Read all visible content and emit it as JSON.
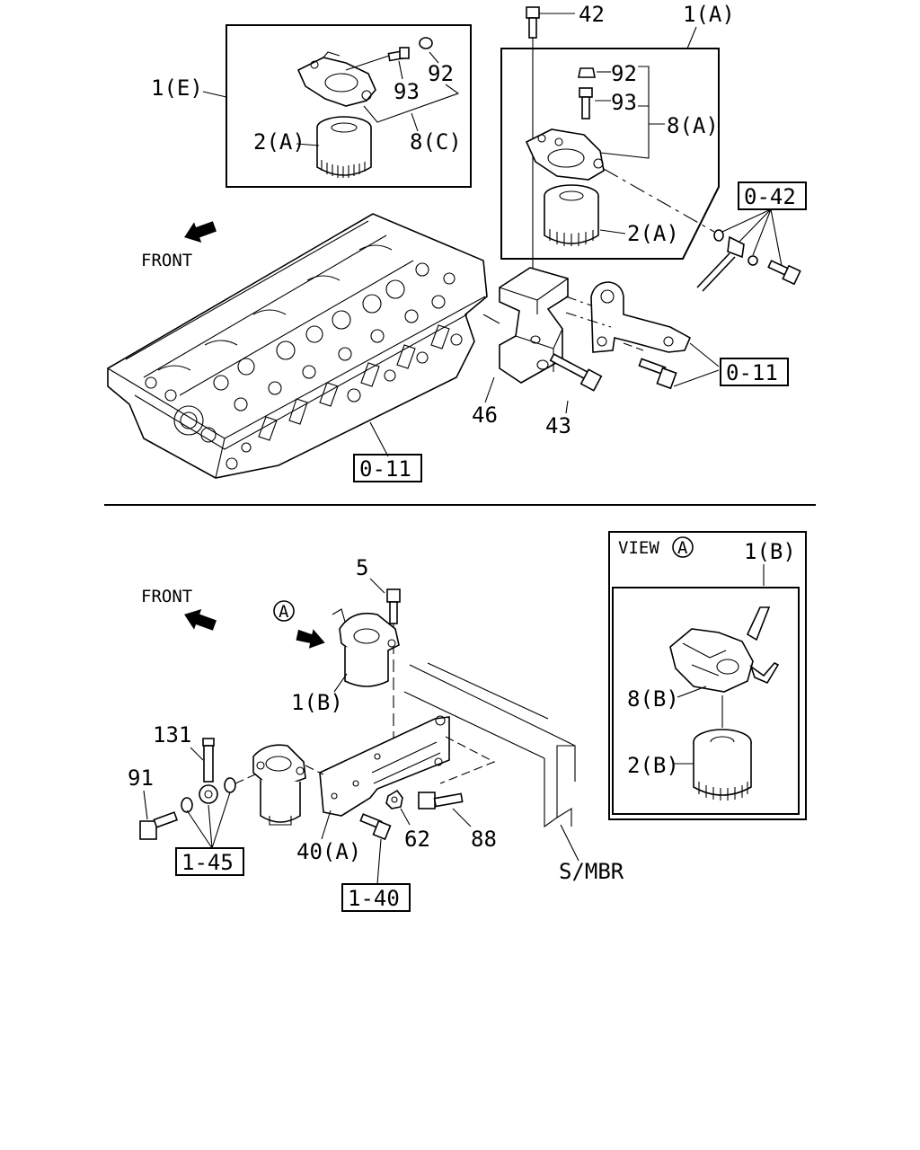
{
  "top": {
    "labels": {
      "l42": "42",
      "l1a": "1(A)",
      "l1e": "1(E)",
      "l92_e": "92",
      "l93_e": "93",
      "l8c": "8(C)",
      "l2a_e": "2(A)",
      "l92_a": "92",
      "l93_a": "93",
      "l8a": "8(A)",
      "l2a_a": "2(A)",
      "front": "FRONT",
      "ref042": "0-42",
      "ref011_r": "0-11",
      "ref011_b": "0-11",
      "l46": "46",
      "l43": "43"
    }
  },
  "bottom": {
    "labels": {
      "front": "FRONT",
      "l5": "5",
      "markA": "A",
      "l1b": "1(B)",
      "l131": "131",
      "l91": "91",
      "ref145": "1-45",
      "l40a": "40(A)",
      "l62": "62",
      "l88": "88",
      "ref140": "1-40",
      "smbr": "S/MBR"
    },
    "view": {
      "title": "VIEW",
      "markA": "A",
      "l1b": "1(B)",
      "l8b": "8(B)",
      "l2b": "2(B)"
    }
  }
}
